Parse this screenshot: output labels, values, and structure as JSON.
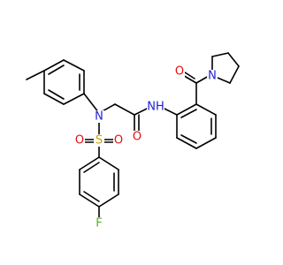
{
  "atoms": {
    "n_sulfonamide": {
      "label": "N",
      "color": "#1f1fd6"
    },
    "n_amide": {
      "label": "NH",
      "color": "#1f1fd6"
    },
    "n_pyrrolidine": {
      "label": "N",
      "color": "#1f1fd6"
    },
    "o_amide": {
      "label": "O",
      "color": "#e01010"
    },
    "o_ketone": {
      "label": "O",
      "color": "#e01010"
    },
    "s_sulfonyl": {
      "label": "S",
      "color": "#c8a400"
    },
    "o_sulfonyl_left": {
      "label": "O",
      "color": "#e01010"
    },
    "o_sulfonyl_right": {
      "label": "O",
      "color": "#e01010"
    },
    "f_fluoro": {
      "label": "F",
      "color": "#4fae2f"
    }
  },
  "colors": {
    "bond": "#000000",
    "background": "#ffffff"
  }
}
